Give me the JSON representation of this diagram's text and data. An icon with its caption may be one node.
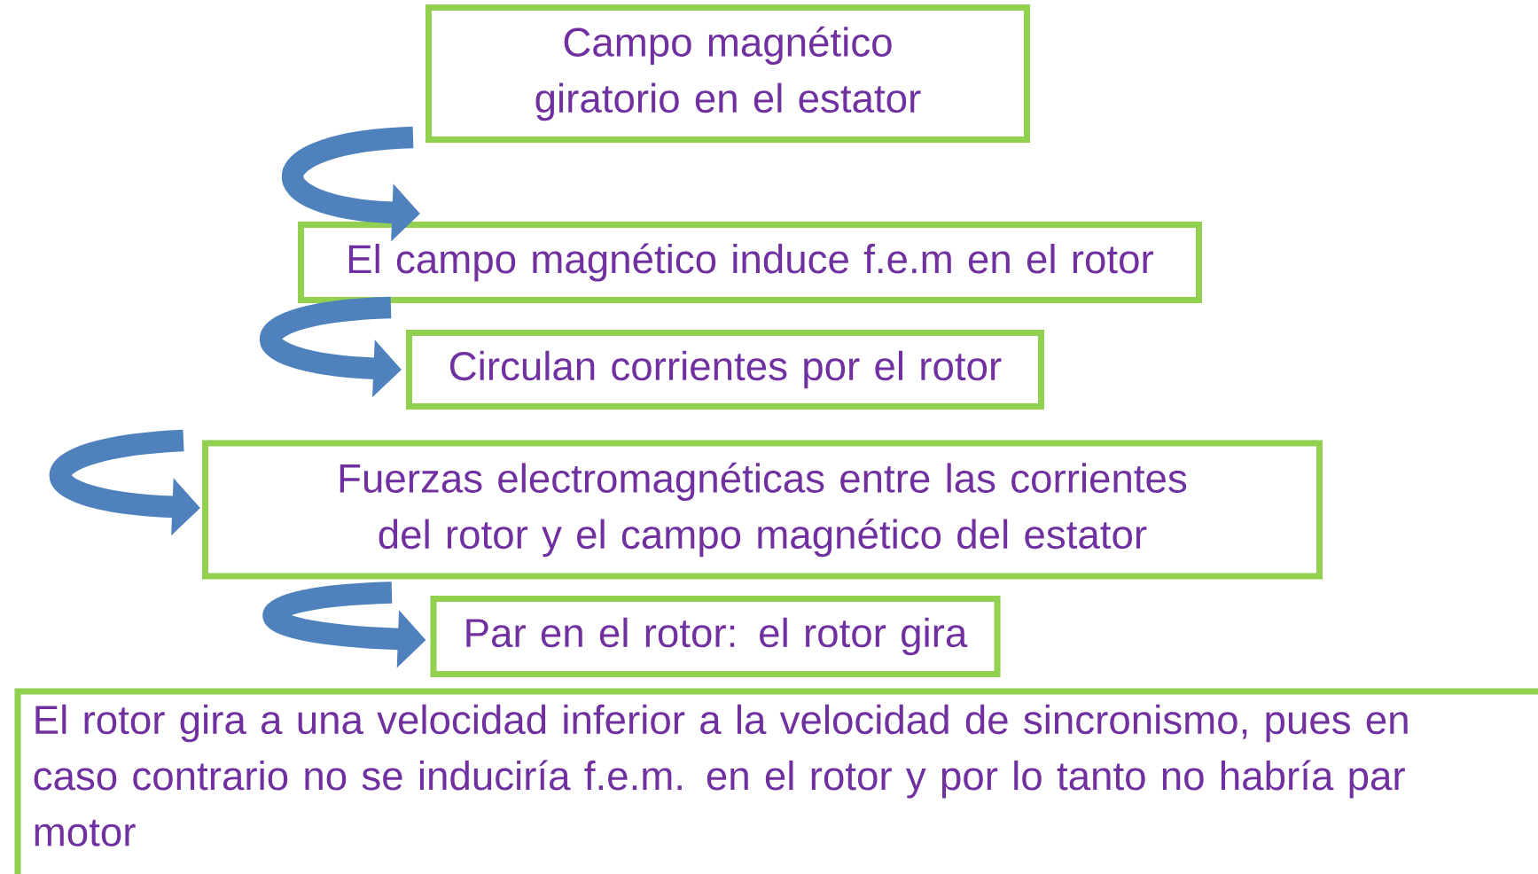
{
  "diagram": {
    "nodes": [
      {
        "text": [
          "Campo magnético giratorio en el estator"
        ]
      },
      {
        "text": [
          "El campo magnético induce f.e.m en el rotor"
        ]
      },
      {
        "text": [
          "Circulan corrientes por el rotor"
        ]
      },
      {
        "text": [
          "Fuerzas electromagnéticas entre las corrientes del rotor y el campo magnético del estator"
        ]
      },
      {
        "text": [
          "Par en el rotor: el rotor gira"
        ]
      },
      {
        "text": [
          "El rotor gira a una velocidad  inferior a la velocidad de sincronismo,  pues en caso contrario no se induciría f.e.m. en el rotor y por lo tanto no habría par motor"
        ]
      }
    ],
    "edges": [
      {
        "from": 0,
        "to": 1,
        "arrow": "to"
      },
      {
        "from": 1,
        "to": 2,
        "arrow": "to"
      },
      {
        "from": null,
        "to": 3,
        "arrow": "to"
      },
      {
        "from": 3,
        "to": 4,
        "arrow": "to"
      }
    ]
  }
}
